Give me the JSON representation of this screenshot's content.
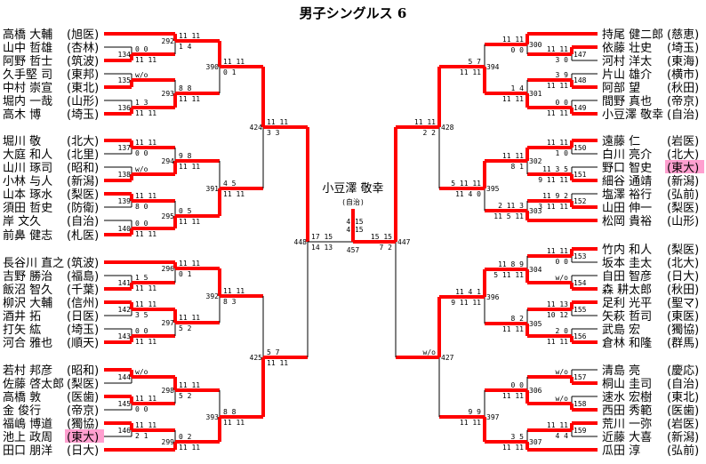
{
  "title": "男子シングルス 6",
  "colors": {
    "win": "#ff0000",
    "line": "#000000",
    "highlight": "#ff9fcf"
  },
  "champion": {
    "name": "小豆澤 敬幸",
    "school": "(自治)"
  },
  "final": {
    "id": "457",
    "scores": [
      "4 15",
      "4 15"
    ]
  },
  "left_players": [
    {
      "name": "高橋 大輔",
      "school": "(旭医)",
      "adv": true
    },
    {
      "name": "山中 哲雄",
      "school": "(杏林)",
      "adv": false
    },
    {
      "name": "阿野 哲士",
      "school": "(筑波)",
      "adv": true
    },
    {
      "name": "久手堅 司",
      "school": "(東邦)",
      "adv": false
    },
    {
      "name": "中村 崇宣",
      "school": "(東北)",
      "adv": true
    },
    {
      "name": "堀内 一哉",
      "school": "(山形)",
      "adv": false
    },
    {
      "name": "高木 博",
      "school": "(埼玉)",
      "adv": true
    },
    {
      "name": "堀川 敬",
      "school": "(北大)",
      "adv": true
    },
    {
      "name": "大庭 和人",
      "school": "(北里)",
      "adv": false
    },
    {
      "name": "山川 琢司",
      "school": "(昭和)",
      "adv": false
    },
    {
      "name": "小林 与人",
      "school": "(新潟)",
      "adv": true
    },
    {
      "name": "山本 琢水",
      "school": "(梨医)",
      "adv": true
    },
    {
      "name": "須田 哲史",
      "school": "(防衛)",
      "adv": false
    },
    {
      "name": "岸 文久",
      "school": "(自治)",
      "adv": false
    },
    {
      "name": "前鼻 健志",
      "school": "(札医)",
      "adv": true
    },
    {
      "name": "長谷川 直之",
      "school": "(筑波)",
      "adv": true
    },
    {
      "name": "吉野 勝治",
      "school": "(福島)",
      "adv": false
    },
    {
      "name": "飯沼 智久",
      "school": "(千葉)",
      "adv": true
    },
    {
      "name": "柳沢 大輔",
      "school": "(信州)",
      "adv": true
    },
    {
      "name": "酒井 拓",
      "school": "(日医)",
      "adv": false
    },
    {
      "name": "打矢 紘",
      "school": "(埼玉)",
      "adv": false
    },
    {
      "name": "河合 雅也",
      "school": "(順天)",
      "adv": true
    },
    {
      "name": "若村 邦彦",
      "school": "(昭和)",
      "adv": true
    },
    {
      "name": "佐藤 啓太郎",
      "school": "(梨医)",
      "adv": false
    },
    {
      "name": "高橋 敦",
      "school": "(医歯)",
      "adv": true
    },
    {
      "name": "金 俊行",
      "school": "(帝京)",
      "adv": false
    },
    {
      "name": "福嶋 博道",
      "school": "(獨協)",
      "adv": true
    },
    {
      "name": "池上 政周",
      "school": "(東大)",
      "adv": false,
      "hl": true
    },
    {
      "name": "田口 朋洋",
      "school": "(日大)",
      "adv": true
    }
  ],
  "right_players": [
    {
      "name": "持尾 健二郎",
      "school": "(慈恵)",
      "adv": true
    },
    {
      "name": "依藤 壮史",
      "school": "(埼玉)",
      "adv": true
    },
    {
      "name": "河村 洋太",
      "school": "(東海)",
      "adv": false
    },
    {
      "name": "片山 雄介",
      "school": "(横市)",
      "adv": false
    },
    {
      "name": "阿部 望",
      "school": "(秋田)",
      "adv": true
    },
    {
      "name": "間野 真也",
      "school": "(帝京)",
      "adv": false
    },
    {
      "name": "小豆澤 敬幸",
      "school": "(自治)",
      "adv": true
    },
    {
      "name": "遠藤 仁",
      "school": "(岩医)",
      "adv": true
    },
    {
      "name": "白川 亮介",
      "school": "(北大)",
      "adv": false
    },
    {
      "name": "野口 智史",
      "school": "(東大)",
      "adv": false,
      "hl": true
    },
    {
      "name": "細谷 通靖",
      "school": "(新潟)",
      "adv": true
    },
    {
      "name": "塩澤 裕行",
      "school": "(弘前)",
      "adv": false
    },
    {
      "name": "山田 伸一",
      "school": "(梨医)",
      "adv": true
    },
    {
      "name": "松岡 貴裕",
      "school": "(山形)",
      "adv": true
    },
    {
      "name": "竹内 和人",
      "school": "(梨医)",
      "adv": true
    },
    {
      "name": "坂本 圭太",
      "school": "(北大)",
      "adv": false
    },
    {
      "name": "自田 智彦",
      "school": "(日大)",
      "adv": false
    },
    {
      "name": "森 耕太郎",
      "school": "(秋田)",
      "adv": true
    },
    {
      "name": "足利 光平",
      "school": "(聖マ)",
      "adv": true
    },
    {
      "name": "矢萩 哲司",
      "school": "(東医)",
      "adv": false
    },
    {
      "name": "武島 宏",
      "school": "(獨協)",
      "adv": false
    },
    {
      "name": "倉林 和隆",
      "school": "(群馬)",
      "adv": true
    },
    {
      "name": "清島 亮",
      "school": "(慶応)",
      "adv": false
    },
    {
      "name": "桐山 圭司",
      "school": "(自治)",
      "adv": true
    },
    {
      "name": "速水 宏樹",
      "school": "(東北)",
      "adv": false
    },
    {
      "name": "西田 秀範",
      "school": "(医歯)",
      "adv": true
    },
    {
      "name": "荒川 一弥",
      "school": "(岩医)",
      "adv": true
    },
    {
      "name": "近藤 大喜",
      "school": "(新潟)",
      "adv": false
    },
    {
      "name": "瓜田 淳",
      "school": "(弘前)",
      "adv": true
    }
  ],
  "matches": {
    "134": {
      "w": "b",
      "top": "0 0",
      "bot": "11 11"
    },
    "135": {
      "w": "b",
      "top": "w/o",
      "bot": ""
    },
    "136": {
      "w": "b",
      "top": "1 3",
      "bot": "11 11"
    },
    "292": {
      "w": "t",
      "top": "11 11",
      "bot": "1 4"
    },
    "293": {
      "w": "b",
      "top": "8 8",
      "bot": "11 11"
    },
    "390": {
      "w": "t",
      "top": "11 11",
      "bot": "0 1"
    },
    "137": {
      "w": "t",
      "top": "11 11",
      "bot": "0 0"
    },
    "138": {
      "w": "b",
      "top": "w/o",
      "bot": ""
    },
    "139": {
      "w": "t",
      "top": "11 11",
      "bot": "8 0"
    },
    "140": {
      "w": "b",
      "top": "0 0",
      "bot": "11 11"
    },
    "294": {
      "w": "b",
      "top": "9 8",
      "bot": "11 11"
    },
    "295": {
      "w": "b",
      "top": "0 5",
      "bot": "11 11"
    },
    "391": {
      "w": "b",
      "top": "4 5",
      "bot": "11 11"
    },
    "424": {
      "w": "t",
      "top": "11 11",
      "bot": "3 3"
    },
    "141": {
      "w": "b",
      "top": "1 5",
      "bot": "11 11"
    },
    "142": {
      "w": "t",
      "top": "11 11",
      "bot": "3 5"
    },
    "143": {
      "w": "b",
      "top": "0 0",
      "bot": "11 11"
    },
    "296": {
      "w": "t",
      "top": "11 11",
      "bot": "0 1"
    },
    "297": {
      "w": "t",
      "top": "11 11",
      "bot": "5 2"
    },
    "392": {
      "w": "t",
      "top": "11 11",
      "bot": "8 3"
    },
    "144": {
      "w": "t",
      "top": "w/o",
      "bot": ""
    },
    "145": {
      "w": "t",
      "top": "11 11",
      "bot": "0 0"
    },
    "146": {
      "w": "t",
      "top": "11 11",
      "bot": "2 1"
    },
    "298": {
      "w": "t",
      "top": "11 11",
      "bot": "5 2"
    },
    "299": {
      "w": "b",
      "top": "0 2",
      "bot": "11 11"
    },
    "393": {
      "w": "b",
      "top": "8 8",
      "bot": "11 11"
    },
    "425": {
      "w": "b",
      "top": "5 7",
      "bot": "11 11"
    },
    "448": {
      "w": "t",
      "top": "17 15",
      "bot": "14 13"
    },
    "147": {
      "w": "t",
      "top": "11 11",
      "bot": "3 0"
    },
    "148": {
      "w": "b",
      "top": "3 9",
      "bot": "11 11"
    },
    "149": {
      "w": "b",
      "top": "0 0",
      "bot": "11 11"
    },
    "300": {
      "w": "t",
      "top": "11 11",
      "bot": "0 0"
    },
    "301": {
      "w": "b",
      "top": "1 4",
      "bot": "11 11"
    },
    "394": {
      "w": "b",
      "top": "5 7",
      "bot": "11 11"
    },
    "150": {
      "w": "t",
      "top": "11 11",
      "bot": "1 0"
    },
    "151": {
      "w": "b",
      "top": "11 3 5",
      "bot": "9 11 11"
    },
    "152": {
      "w": "b",
      "top": "11 9 2",
      "bot": "3 11 11"
    },
    "302": {
      "w": "t",
      "top": "11 11",
      "bot": "8 1"
    },
    "303": {
      "w": "b",
      "top": "2 11 3",
      "bot": "11 5 11"
    },
    "395": {
      "w": "t",
      "top": "5 11 11",
      "bot": "11 4 0"
    },
    "428": {
      "w": "t",
      "top": "11 11",
      "bot": "2 2"
    },
    "153": {
      "w": "t",
      "top": "11 11",
      "bot": "0 0"
    },
    "154": {
      "w": "b",
      "top": "w/o",
      "bot": ""
    },
    "155": {
      "w": "t",
      "top": "11 13",
      "bot": "10 12"
    },
    "156": {
      "w": "b",
      "top": "2 0",
      "bot": "11 11"
    },
    "304": {
      "w": "b",
      "top": "11 8 9",
      "bot": "5 11 11"
    },
    "305": {
      "w": "b",
      "top": "8 2",
      "bot": "11 11"
    },
    "396": {
      "w": "t",
      "top": "11 4 1",
      "bot": "9 11 11"
    },
    "157": {
      "w": "b",
      "top": "w/o",
      "bot": ""
    },
    "158": {
      "w": "b",
      "top": "w/o",
      "bot": ""
    },
    "159": {
      "w": "t",
      "top": "11 11",
      "bot": "4 4"
    },
    "306": {
      "w": "b",
      "top": "0 0",
      "bot": "11 11"
    },
    "307": {
      "w": "b",
      "top": "3 5",
      "bot": "11 11"
    },
    "397": {
      "w": "b",
      "top": "9 9",
      "bot": "11 11"
    },
    "427": {
      "w": "t",
      "top": "w/o",
      "bot": ""
    },
    "447": {
      "w": "t",
      "top": "15 15",
      "bot": "7 2"
    }
  }
}
